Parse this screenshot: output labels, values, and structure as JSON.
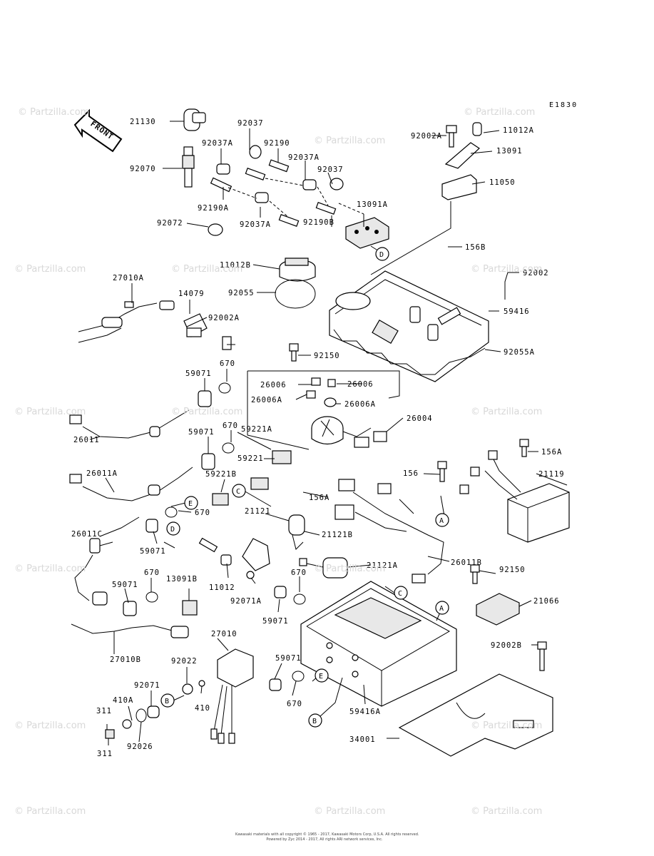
{
  "diagram_code": "E1830",
  "front_label": "FRONT",
  "watermark": "© Partzilla.com",
  "footer": {
    "line1": "Kawasaki materials with all copyright © 1965 - 2017, Kawasaki Motors Corp, U.S.A. All rights reserved.",
    "line2": "Powered by Zyc 2014 - 2017, All rights ARI network services, Inc."
  },
  "part_labels": [
    "21130",
    "92037",
    "92037A",
    "92190",
    "92037A",
    "92037",
    "92070",
    "92190A",
    "92037A",
    "92190B",
    "13091A",
    "92072",
    "11012B",
    "92055",
    "27010A",
    "14079",
    "92002A",
    "92002A",
    "11012A",
    "13091",
    "11050",
    "156B",
    "92002",
    "59416",
    "92055A",
    "92150",
    "26006",
    "26006",
    "26006A",
    "26006A",
    "26004",
    "670",
    "59071",
    "26011",
    "670",
    "59071",
    "59221A",
    "59221",
    "26011A",
    "59221B",
    "670",
    "21121",
    "21121B",
    "156",
    "156A",
    "156A",
    "21119",
    "26011C",
    "59071",
    "26011B",
    "59071",
    "670",
    "13091B",
    "11012",
    "92071A",
    "670",
    "59071",
    "21121A",
    "92150",
    "21066",
    "27010",
    "27010B",
    "92022",
    "92071",
    "410A",
    "410",
    "311",
    "311",
    "92026",
    "59071",
    "670",
    "59416A",
    "92002B",
    "34001"
  ],
  "ref_letters": [
    "A",
    "B",
    "C",
    "D",
    "E"
  ]
}
